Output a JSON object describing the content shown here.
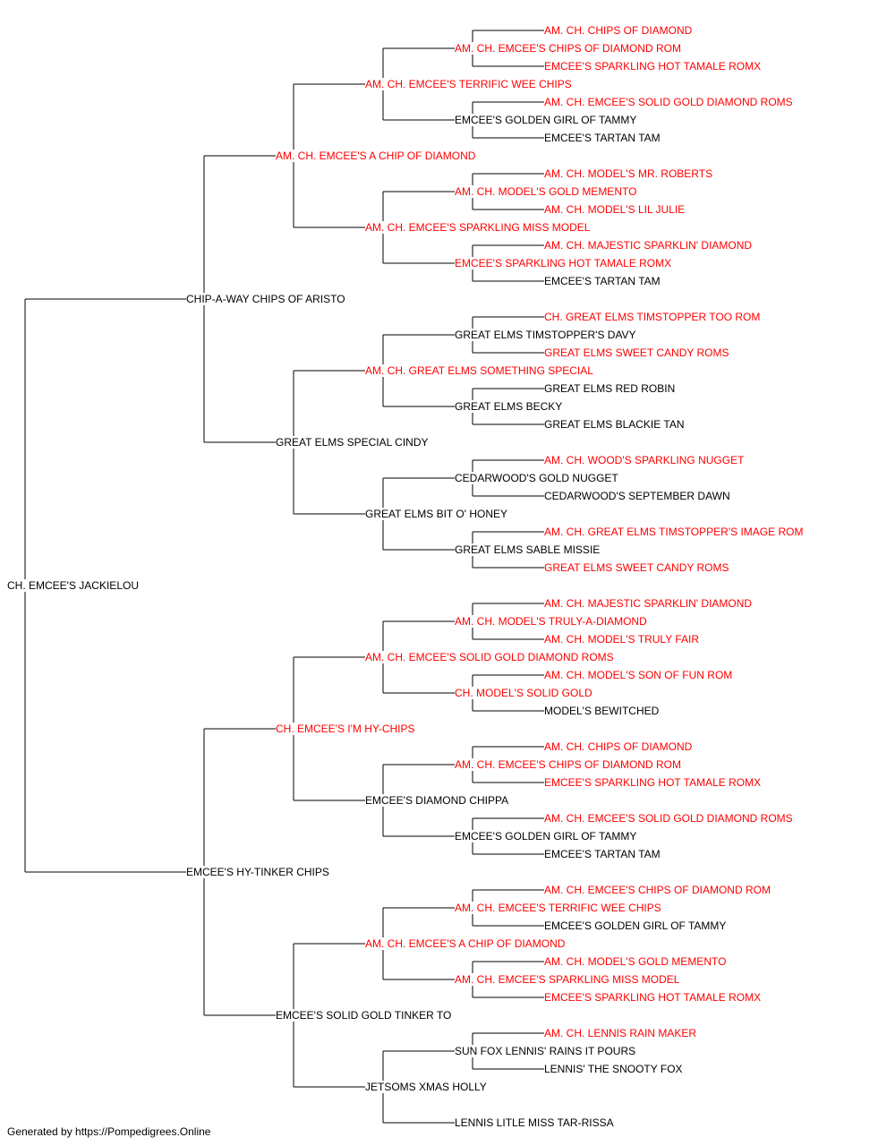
{
  "footer": "Generated by https://Pompedigrees.Online",
  "colors": {
    "champion": "#ff0000",
    "normal": "#000000",
    "line": "#000000"
  },
  "pedigree": {
    "name": "CH. EMCEE'S JACKIELOU",
    "champion": false,
    "sire": {
      "name": "CHIP-A-WAY CHIPS OF ARISTO",
      "champion": false,
      "sire": {
        "name": "AM. CH. EMCEE'S A CHIP OF DIAMOND",
        "champion": true,
        "sire": {
          "name": "AM. CH. EMCEE'S TERRIFIC WEE CHIPS",
          "champion": true,
          "sire": {
            "name": "AM. CH. EMCEE'S CHIPS OF DIAMOND ROM",
            "champion": true,
            "sire": {
              "name": "AM. CH. CHIPS OF DIAMOND",
              "champion": true
            },
            "dam": {
              "name": "EMCEE'S SPARKLING HOT TAMALE ROMX",
              "champion": true
            }
          },
          "dam": {
            "name": "EMCEE'S GOLDEN GIRL OF TAMMY",
            "champion": false,
            "sire": {
              "name": "AM. CH. EMCEE'S SOLID GOLD DIAMOND ROMS",
              "champion": true
            },
            "dam": {
              "name": "EMCEE'S TARTAN TAM",
              "champion": false
            }
          }
        },
        "dam": {
          "name": "AM. CH. EMCEE'S SPARKLING MISS MODEL",
          "champion": true,
          "sire": {
            "name": "AM. CH. MODEL'S GOLD MEMENTO",
            "champion": true,
            "sire": {
              "name": "AM. CH. MODEL'S MR. ROBERTS",
              "champion": true
            },
            "dam": {
              "name": "AM. CH. MODEL'S LIL JULIE",
              "champion": true
            }
          },
          "dam": {
            "name": "EMCEE'S SPARKLING HOT TAMALE ROMX",
            "champion": true,
            "sire": {
              "name": "AM. CH. MAJESTIC SPARKLIN' DIAMOND",
              "champion": true
            },
            "dam": {
              "name": "EMCEE'S TARTAN TAM",
              "champion": false
            }
          }
        }
      },
      "dam": {
        "name": "GREAT ELMS SPECIAL CINDY",
        "champion": false,
        "sire": {
          "name": "AM. CH. GREAT ELMS SOMETHING SPECIAL",
          "champion": true,
          "sire": {
            "name": "GREAT ELMS TIMSTOPPER'S DAVY",
            "champion": false,
            "sire": {
              "name": "CH. GREAT ELMS TIMSTOPPER TOO ROM",
              "champion": true
            },
            "dam": {
              "name": "GREAT ELMS SWEET CANDY ROMS",
              "champion": true
            }
          },
          "dam": {
            "name": "GREAT ELMS BECKY",
            "champion": false,
            "sire": {
              "name": "GREAT ELMS RED ROBIN",
              "champion": false
            },
            "dam": {
              "name": "GREAT ELMS BLACKIE TAN",
              "champion": false
            }
          }
        },
        "dam": {
          "name": "GREAT ELMS BIT O' HONEY",
          "champion": false,
          "sire": {
            "name": "CEDARWOOD'S GOLD NUGGET",
            "champion": false,
            "sire": {
              "name": "AM. CH. WOOD'S SPARKLING NUGGET",
              "champion": true
            },
            "dam": {
              "name": "CEDARWOOD'S SEPTEMBER DAWN",
              "champion": false
            }
          },
          "dam": {
            "name": "GREAT ELMS SABLE MISSIE",
            "champion": false,
            "sire": {
              "name": "AM. CH. GREAT ELMS TIMSTOPPER'S IMAGE ROM",
              "champion": true
            },
            "dam": {
              "name": "GREAT ELMS SWEET CANDY ROMS",
              "champion": true
            }
          }
        }
      }
    },
    "dam": {
      "name": "EMCEE'S HY-TINKER CHIPS",
      "champion": false,
      "sire": {
        "name": "CH. EMCEE'S I'M HY-CHIPS",
        "champion": true,
        "sire": {
          "name": "AM. CH. EMCEE'S SOLID GOLD DIAMOND ROMS",
          "champion": true,
          "sire": {
            "name": "AM. CH. MODEL'S TRULY-A-DIAMOND",
            "champion": true,
            "sire": {
              "name": "AM. CH. MAJESTIC SPARKLIN' DIAMOND",
              "champion": true
            },
            "dam": {
              "name": "AM. CH. MODEL'S TRULY FAIR",
              "champion": true
            }
          },
          "dam": {
            "name": "CH. MODEL'S SOLID GOLD",
            "champion": true,
            "sire": {
              "name": "AM. CH. MODEL'S SON OF FUN ROM",
              "champion": true
            },
            "dam": {
              "name": "MODEL'S BEWITCHED",
              "champion": false
            }
          }
        },
        "dam": {
          "name": "EMCEE'S DIAMOND CHIPPA",
          "champion": false,
          "sire": {
            "name": "AM. CH. EMCEE'S CHIPS OF DIAMOND ROM",
            "champion": true,
            "sire": {
              "name": "AM. CH. CHIPS OF DIAMOND",
              "champion": true
            },
            "dam": {
              "name": "EMCEE'S SPARKLING HOT TAMALE ROMX",
              "champion": true
            }
          },
          "dam": {
            "name": "EMCEE'S GOLDEN GIRL OF TAMMY",
            "champion": false,
            "sire": {
              "name": "AM. CH. EMCEE'S SOLID GOLD DIAMOND ROMS",
              "champion": true
            },
            "dam": {
              "name": "EMCEE'S TARTAN TAM",
              "champion": false
            }
          }
        }
      },
      "dam": {
        "name": "EMCEE'S SOLID GOLD TINKER TO",
        "champion": false,
        "sire": {
          "name": "AM. CH. EMCEE'S A CHIP OF DIAMOND",
          "champion": true,
          "sire": {
            "name": "AM. CH. EMCEE'S TERRIFIC WEE CHIPS",
            "champion": true,
            "sire": {
              "name": "AM. CH. EMCEE'S CHIPS OF DIAMOND ROM",
              "champion": true
            },
            "dam": {
              "name": "EMCEE'S GOLDEN GIRL OF TAMMY",
              "champion": false
            }
          },
          "dam": {
            "name": "AM. CH. EMCEE'S SPARKLING MISS MODEL",
            "champion": true,
            "sire": {
              "name": "AM. CH. MODEL'S GOLD MEMENTO",
              "champion": true
            },
            "dam": {
              "name": "EMCEE'S SPARKLING HOT TAMALE ROMX",
              "champion": true
            }
          }
        },
        "dam": {
          "name": "JETSOMS XMAS HOLLY",
          "champion": false,
          "sire": {
            "name": "SUN FOX LENNIS' RAINS IT POURS",
            "champion": false,
            "sire": {
              "name": "AM. CH. LENNIS RAIN MAKER",
              "champion": true
            },
            "dam": {
              "name": "LENNIS' THE SNOOTY FOX",
              "champion": false
            }
          },
          "dam": {
            "name": "LENNIS LITLE MISS TAR-RISSA",
            "champion": false
          }
        }
      }
    }
  }
}
